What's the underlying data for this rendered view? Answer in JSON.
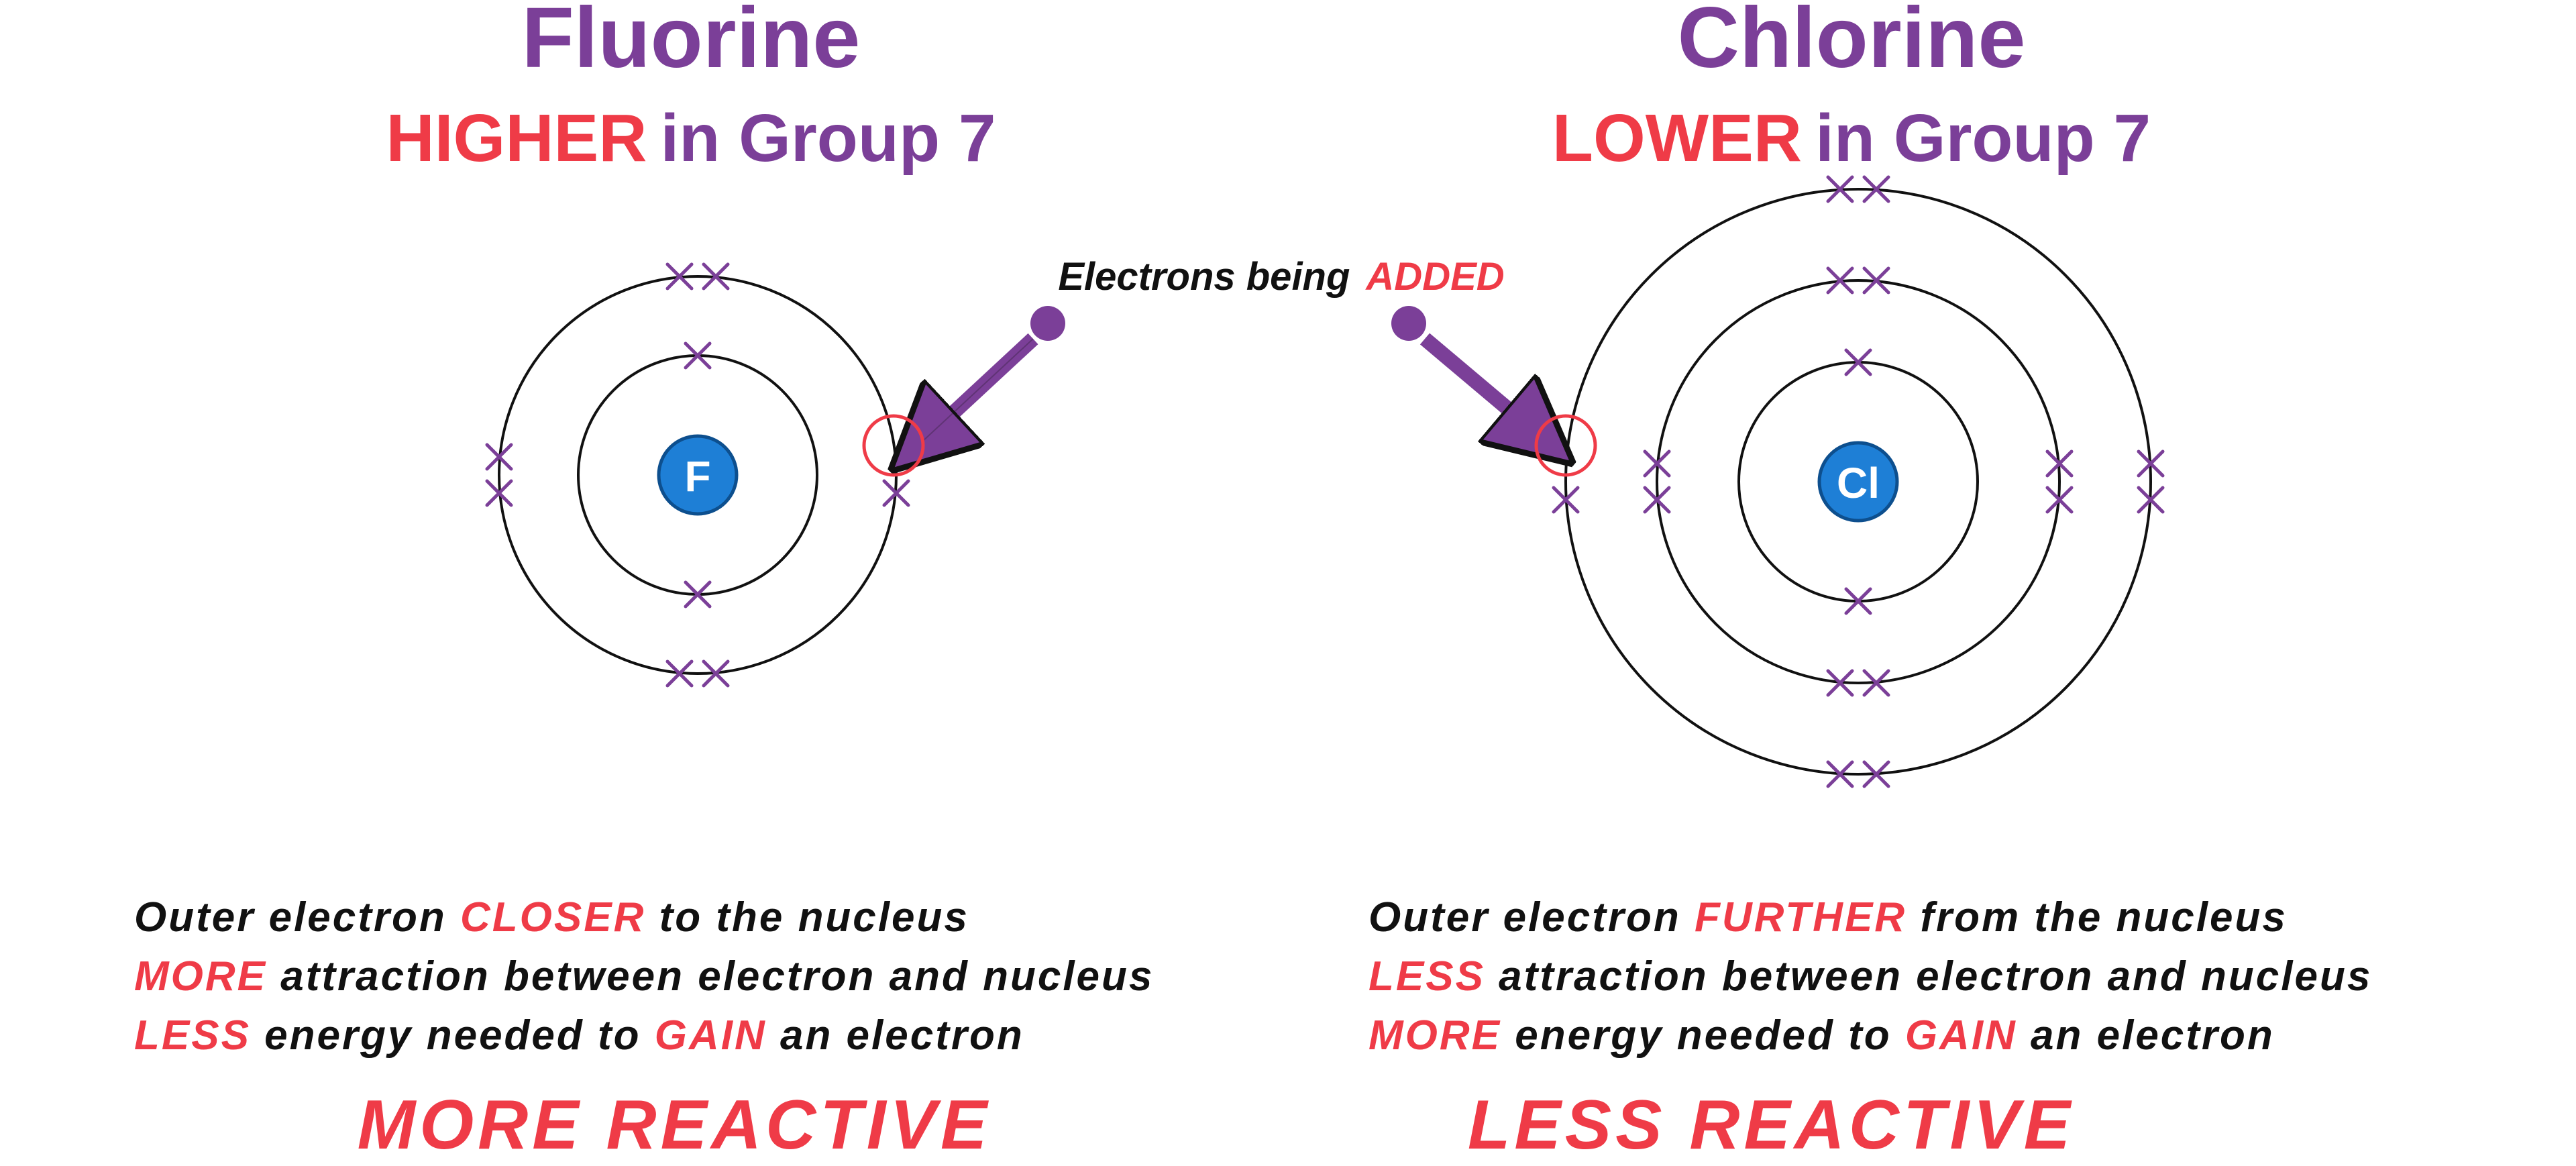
{
  "colors": {
    "purple": "#7b3f98",
    "red": "#ef3b47",
    "nucleus_blue": "#1e7fd6",
    "shell": "#111111"
  },
  "caption": {
    "prefix": "Electrons being",
    "highlight": "ADDED"
  },
  "fluorine": {
    "name": "Fluorine",
    "position_word": "HIGHER",
    "group_text": "in Group 7",
    "symbol": "F",
    "shells": [
      2,
      7
    ],
    "lines": [
      {
        "pre": "Outer electron",
        "hl": "CLOSER",
        "post": "to the nucleus"
      },
      {
        "pre": "",
        "hl": "MORE",
        "post": "attraction between electron and nucleus"
      },
      {
        "pre": "",
        "hl": "LESS",
        "post": "energy needed to GAIN an electron"
      }
    ],
    "verdict": "MORE REACTIVE"
  },
  "chlorine": {
    "name": "Chlorine",
    "position_word": "LOWER",
    "group_text": "in Group 7",
    "symbol": "Cl",
    "shells": [
      2,
      8,
      7
    ],
    "lines": [
      {
        "pre": "Outer electron",
        "hl": "FURTHER",
        "post": "from the nucleus"
      },
      {
        "pre": "",
        "hl": "LESS",
        "post": "attraction between electron and nucleus"
      },
      {
        "pre": "",
        "hl": "MORE",
        "post": "energy needed to GAIN an electron"
      }
    ],
    "verdict": "LESS REACTIVE"
  }
}
